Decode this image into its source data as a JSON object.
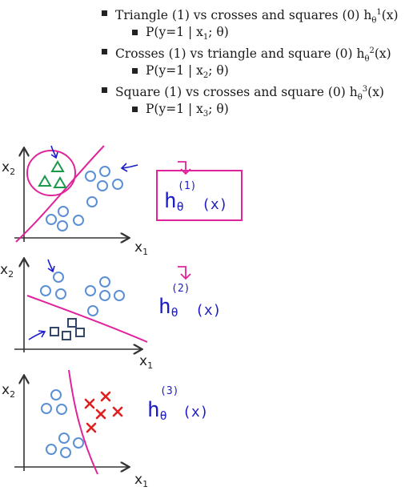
{
  "bullets": [
    {
      "text": "Triangle (1) vs crosses and squares (0) h",
      "sub": "θ",
      "sup": "1",
      "tail": "(x)",
      "child": {
        "pre": "P(y=1 | x",
        "sub": "1",
        "post": "; θ)"
      }
    },
    {
      "text": "Crosses (1) vs triangle and square (0) h",
      "sub": "θ",
      "sup": "2",
      "tail": "(x)",
      "child": {
        "pre": "P(y=1 | x",
        "sub": "2",
        "post": "; θ)"
      }
    },
    {
      "text": "Square (1) vs crosses and square (0) h",
      "sub": "θ",
      "sup": "3",
      "tail": "(x)",
      "child": {
        "pre": "P(y=1 | x",
        "sub": "3",
        "post": "; θ)"
      }
    }
  ],
  "panels": [
    {
      "xlabel": "x",
      "xsub": "1",
      "ylabel": "x",
      "ysub": "2",
      "hyp_h": "h",
      "hyp_theta": "θ",
      "hyp_sup": "(1)",
      "hyp_x": "(x)"
    },
    {
      "xlabel": "x",
      "xsub": "1",
      "ylabel": "x",
      "ysub": "2",
      "hyp_h": "h",
      "hyp_theta": "θ",
      "hyp_sup": "(2)",
      "hyp_x": "(x)"
    },
    {
      "xlabel": "x",
      "xsub": "1",
      "ylabel": "x",
      "ysub": "2",
      "hyp_h": "h",
      "hyp_theta": "θ",
      "hyp_sup": "(3)",
      "hyp_x": "(x)"
    }
  ],
  "colors": {
    "circle": "#5b8fd6",
    "triangle": "#1a9a4a",
    "square": "#33476b",
    "cross": "#e02020",
    "boundary": "#e0239b",
    "ink": "#1c1cc8",
    "axis": "#333333"
  }
}
